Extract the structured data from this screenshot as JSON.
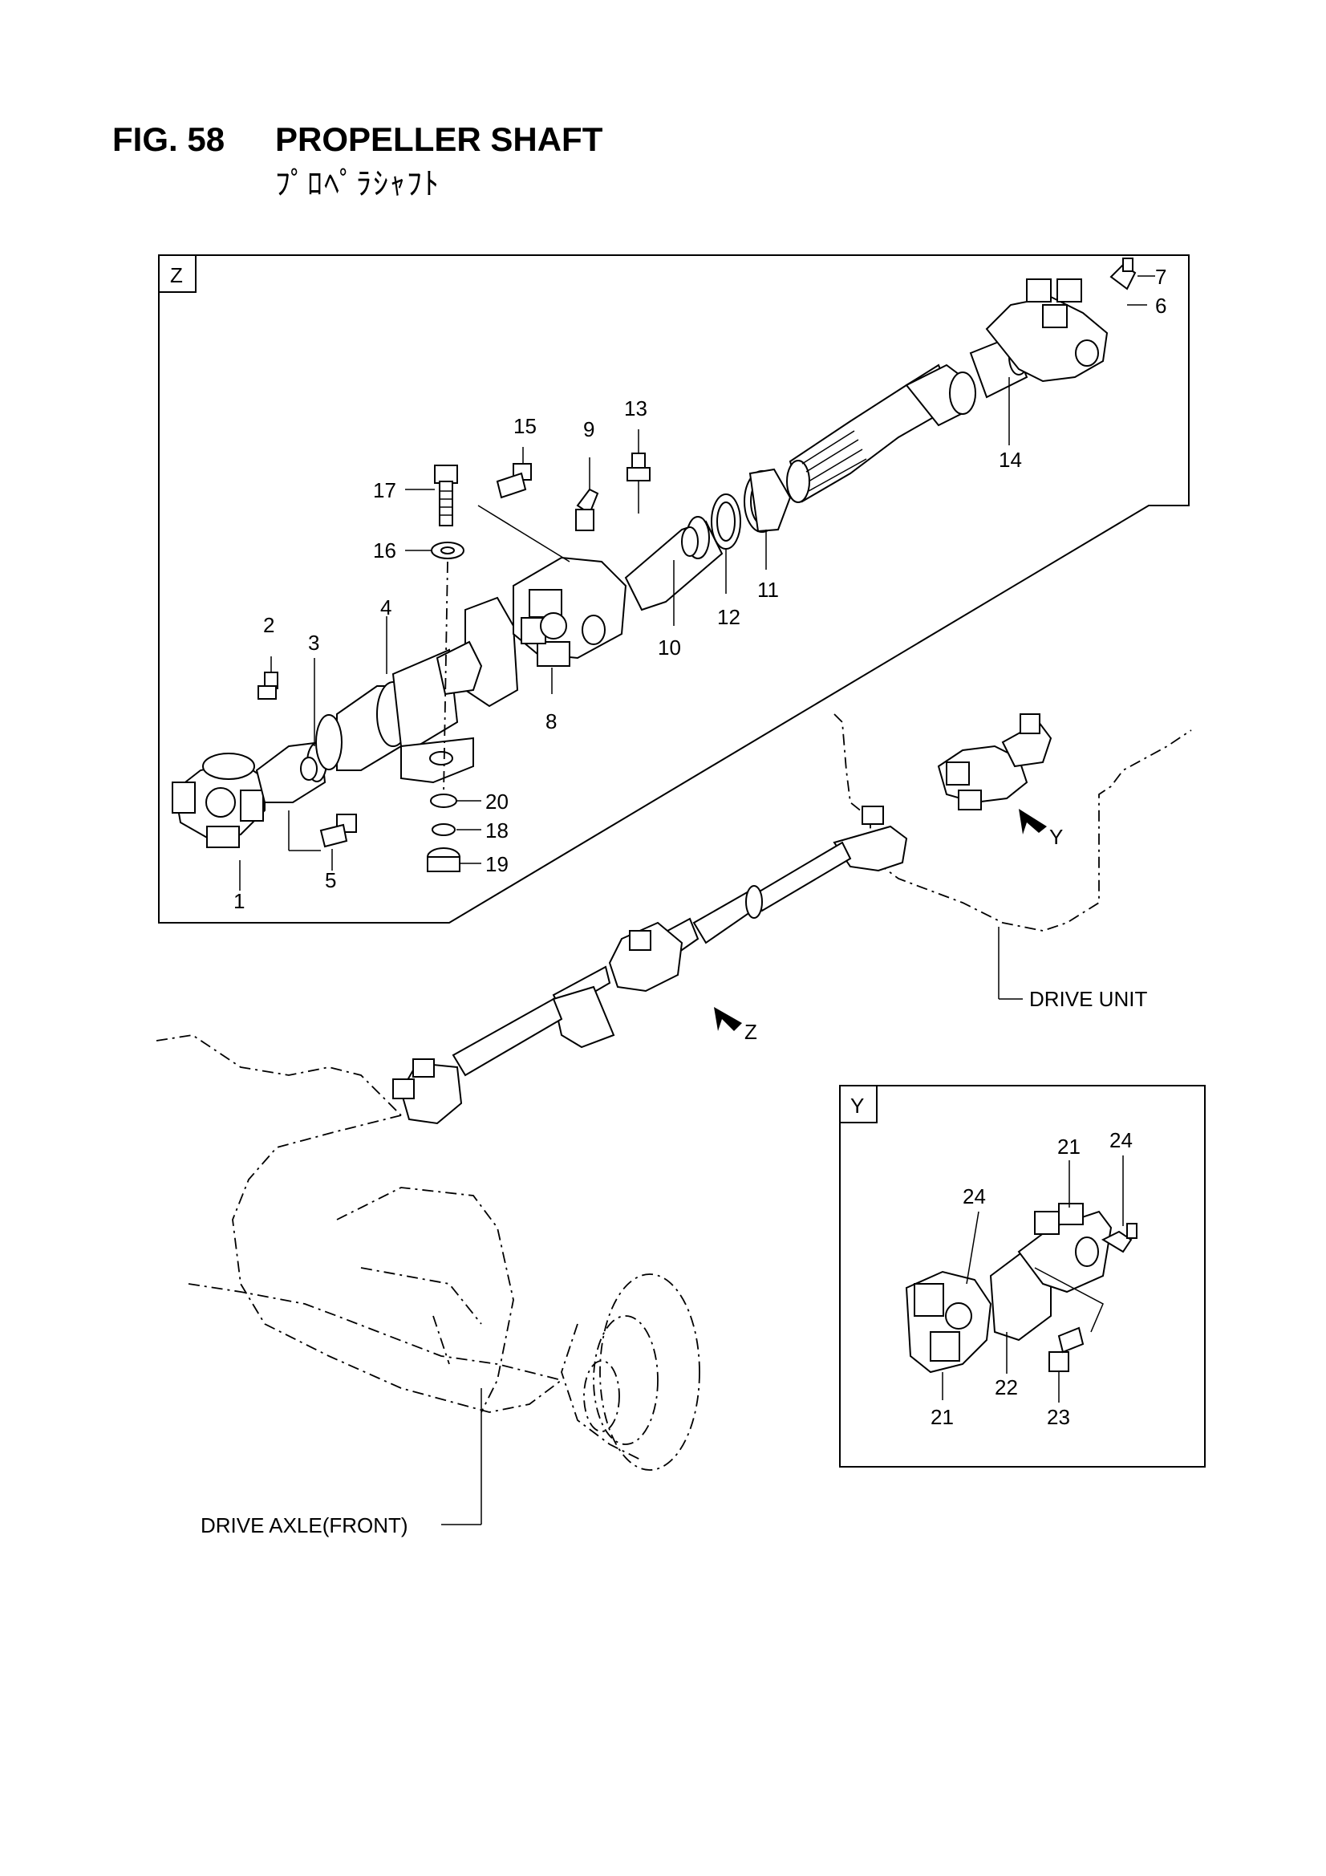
{
  "header": {
    "fig_number": "FIG. 58",
    "title": "PROPELLER SHAFT",
    "subtitle_jp": "ﾌﾟﾛﾍﾟﾗｼｬﾌﾄ"
  },
  "views": {
    "z_box_label": "Z",
    "y_box_label": "Y",
    "z_arrow_label": "Z",
    "y_arrow_label": "Y"
  },
  "callouts": {
    "drive_unit": "DRIVE UNIT",
    "drive_axle_front": "DRIVE AXLE(FRONT)"
  },
  "part_numbers_z": [
    "1",
    "2",
    "3",
    "4",
    "5",
    "6",
    "7",
    "8",
    "9",
    "10",
    "11",
    "12",
    "13",
    "14",
    "15",
    "16",
    "17",
    "18",
    "19",
    "20"
  ],
  "part_numbers_y": [
    "21",
    "21",
    "22",
    "23",
    "24",
    "24"
  ]
}
